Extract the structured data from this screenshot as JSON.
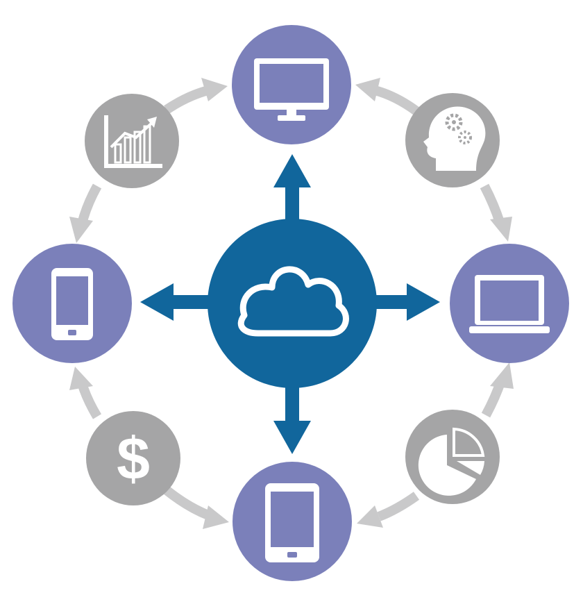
{
  "diagram": {
    "center": {
      "icon": "cloud-icon"
    },
    "devices": [
      {
        "name": "desktop-monitor",
        "icon": "monitor-icon"
      },
      {
        "name": "laptop",
        "icon": "laptop-icon"
      },
      {
        "name": "tablet",
        "icon": "tablet-icon"
      },
      {
        "name": "smartphone",
        "icon": "smartphone-icon"
      }
    ],
    "satellites": [
      {
        "name": "analytics",
        "icon": "bar-chart-trend-icon"
      },
      {
        "name": "thinking",
        "icon": "head-gears-icon"
      },
      {
        "name": "finance",
        "icon": "dollar-icon",
        "symbol": "$"
      },
      {
        "name": "reporting",
        "icon": "pie-chart-icon"
      }
    ],
    "colors": {
      "center": "#11669c",
      "device": "#7b80ba",
      "device_ring": "#ffffff",
      "satellite": "#a5a5a6",
      "arrow_grey": "#c9c9ca",
      "icon_fill": "#ffffff"
    }
  }
}
